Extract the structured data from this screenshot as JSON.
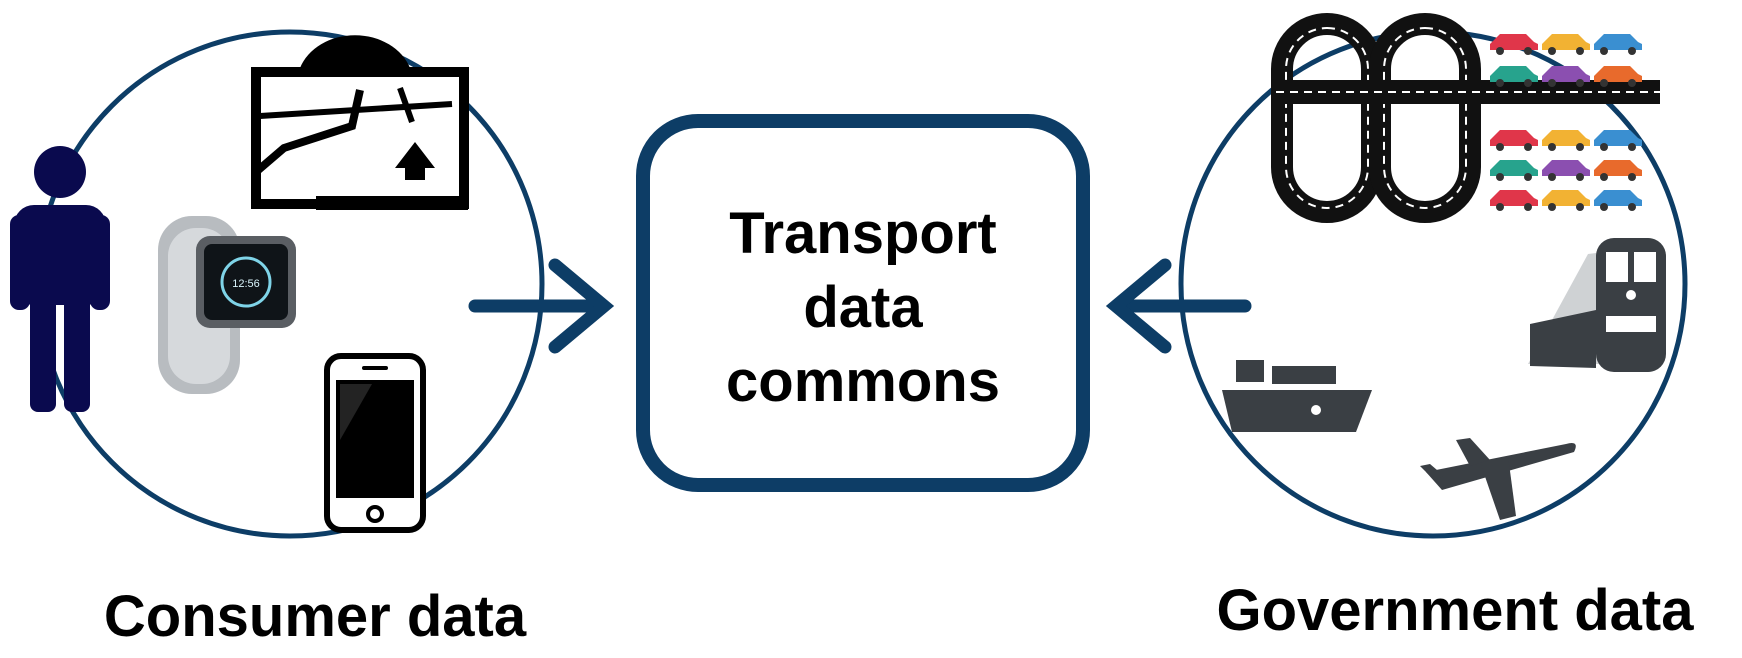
{
  "center_box": {
    "lines": [
      "Transport",
      "data",
      "commons"
    ]
  },
  "left_group": {
    "label": "Consumer data",
    "icons": [
      "person-icon",
      "navigation-screen-icon",
      "smartwatch-icon",
      "smartphone-icon"
    ]
  },
  "right_group": {
    "label": "Government data",
    "icons": [
      "highway-interchange-icon",
      "cars-grid-icon",
      "train-icon",
      "ship-icon",
      "airplane-icon"
    ]
  },
  "colors": {
    "accent": "#0d3d66",
    "person": "#0a0a4e",
    "icon_gray": "#3a3f44",
    "black": "#000000",
    "car_colors": [
      "#e0364a",
      "#f2b233",
      "#3a8fd1",
      "#27a38d",
      "#8b4fb0",
      "#e86a2c"
    ]
  },
  "arrows": [
    "left-to-center",
    "right-to-center"
  ]
}
